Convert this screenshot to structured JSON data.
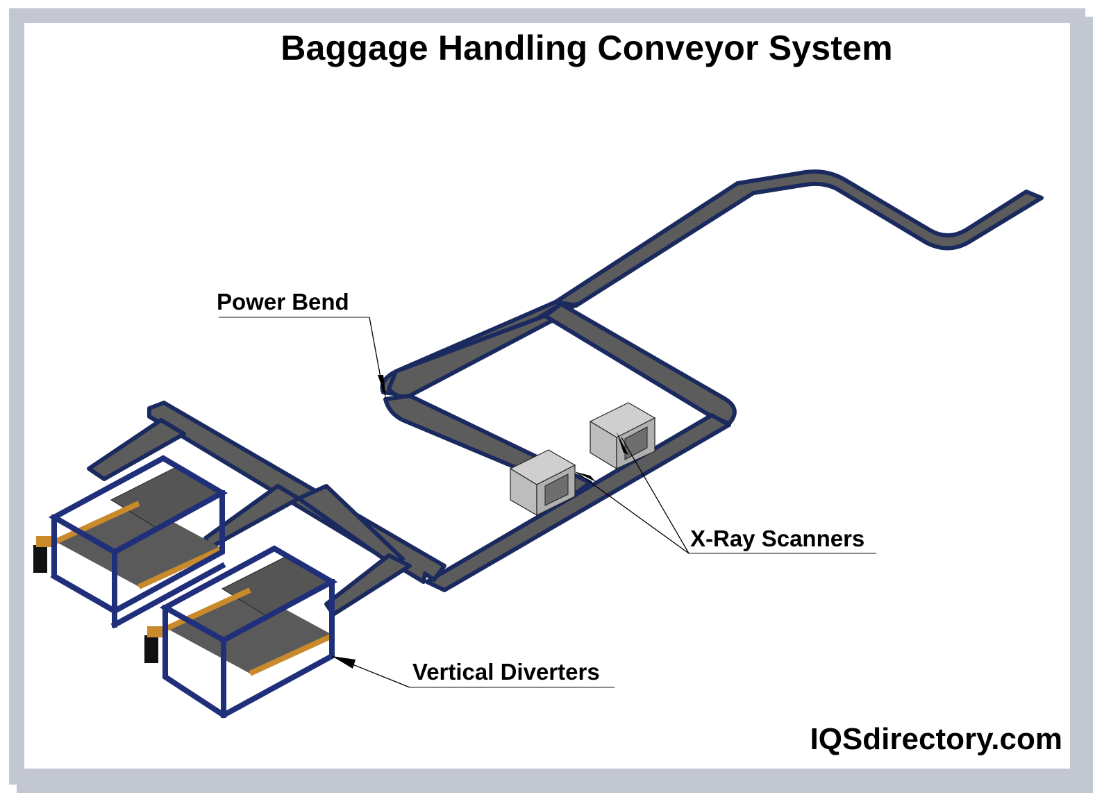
{
  "title": "Baggage Handling Conveyor System",
  "callouts": {
    "power_bend": "Power Bend",
    "xray_scanners": "X-Ray Scanners",
    "vertical_diverters": "Vertical Diverters"
  },
  "brand": "IQSdirectory.com",
  "colors": {
    "frame": "#c3c7d2",
    "belt": "#5a5a5a",
    "belt_edge": "#1b2a5e",
    "steel_frame": "#1f2f7a",
    "orange_side": "#c98a2b",
    "scanner": "#c8c8c8"
  }
}
